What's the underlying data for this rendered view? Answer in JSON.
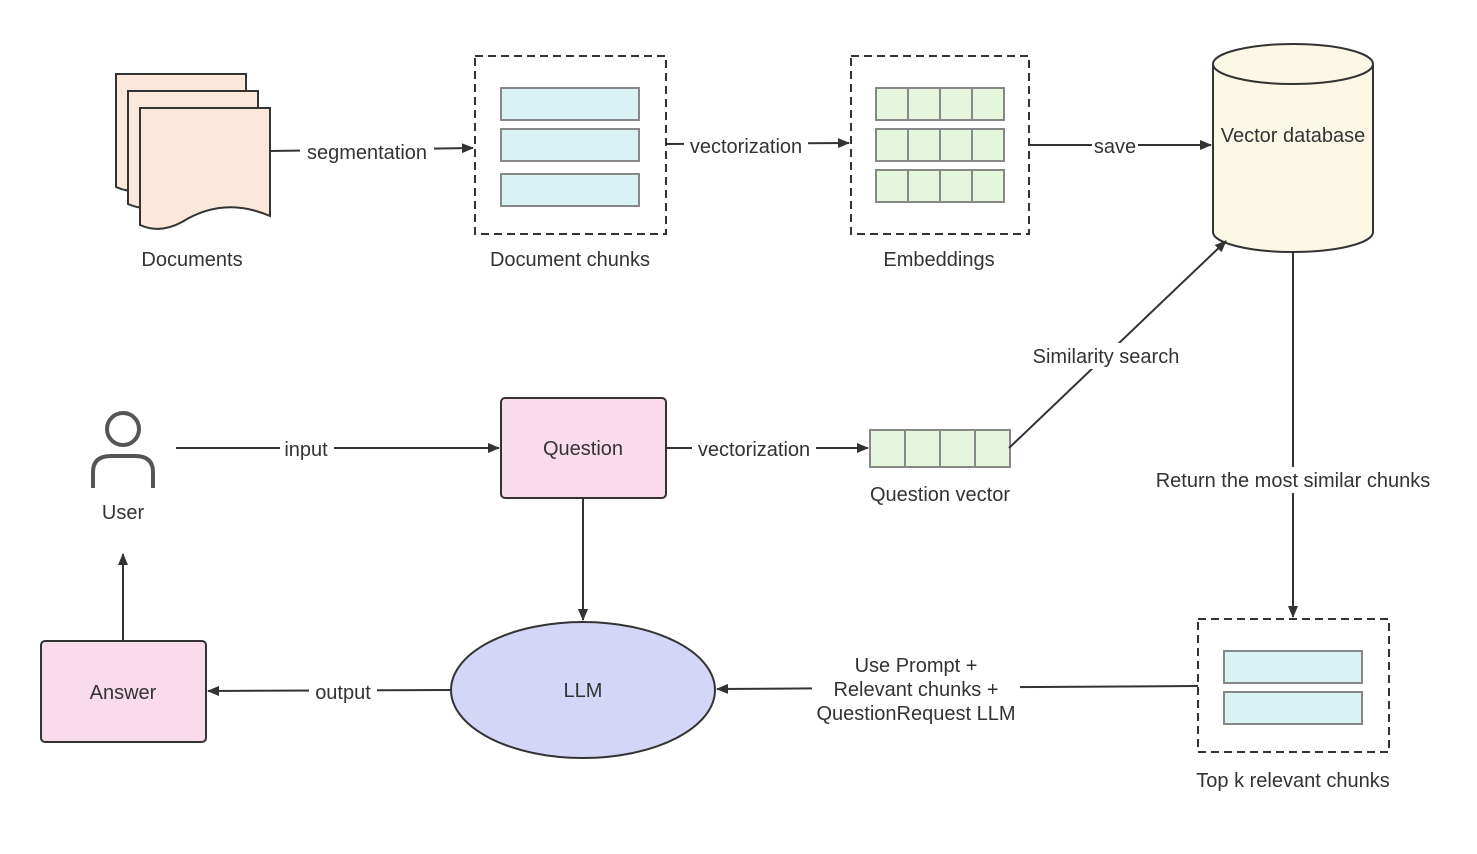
{
  "colors": {
    "document_fill": "#fce8da",
    "chunk_fill": "#d9f3f5",
    "embedding_fill": "#e4f6dc",
    "database_fill": "#fdf8e6",
    "question_fill": "#f9dbec",
    "llm_fill": "#d3d6f7",
    "answer_fill": "#f9dbec",
    "stroke": "#333333",
    "cell_stroke": "#888888"
  },
  "nodes": {
    "documents": "Documents",
    "document_chunks": "Document chunks",
    "embeddings": "Embeddings",
    "vector_database": "Vector database",
    "user": "User",
    "question": "Question",
    "question_vector": "Question vector",
    "llm": "LLM",
    "answer": "Answer",
    "top_k": "Top k relevant chunks"
  },
  "edges": {
    "segmentation": "segmentation",
    "vectorization_docs": "vectorization",
    "save": "save",
    "input": "input",
    "vectorization_question": "vectorization",
    "similarity_search": "Similarity search",
    "return_similar": "Return the most similar chunks",
    "request_llm_lines": [
      "Use Prompt +",
      "Relevant chunks +",
      "QuestionRequest LLM"
    ],
    "output": "output"
  },
  "icons": {
    "user": "user-icon"
  }
}
